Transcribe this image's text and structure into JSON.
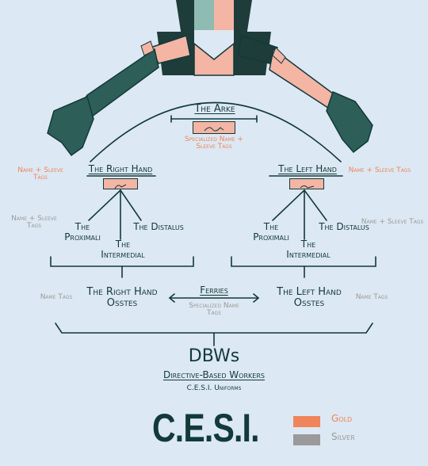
{
  "colors": {
    "gold": "#f0845c",
    "silver": "#9a9a9a",
    "ink": "#123a3a",
    "background": "#dce8f3",
    "plate": "#f4b5a5"
  },
  "arke": {
    "title": "The Arke",
    "tag_note": "Specialized Name + Sleeve Tags"
  },
  "right_hand": {
    "title": "The Right Hand",
    "tag_note": "Name + Sleeve Tags"
  },
  "left_hand": {
    "title": "The Left Hand",
    "tag_note": "Name + Sleeve Tags"
  },
  "fingers_left": {
    "tag_note": "Name + Sleeve Tags",
    "proximali": "The Proximali",
    "intermedial": "The Intermedial",
    "distalus": "The Distalus"
  },
  "fingers_right": {
    "tag_note": "Name + Sleeve Tags",
    "proximali": "The Proximali",
    "intermedial": "The Intermedial",
    "distalus": "The Distalus"
  },
  "osstes_right": {
    "title": "The Right Hand Osstes",
    "tag_note": "Name Tags"
  },
  "osstes_left": {
    "title": "The Left Hand Osstes",
    "tag_note": "Name Tags"
  },
  "ferries": {
    "title": "Ferries",
    "note": "Specialized Name Tags"
  },
  "dbws": {
    "title": "DBWs",
    "subtitle": "Directive-Based Workers",
    "uniforms": "C.E.S.I. Uniforms"
  },
  "logo_text": "C.E.S.I.",
  "legend": [
    {
      "label": "Gold",
      "color": "#f0845c"
    },
    {
      "label": "Silver",
      "color": "#9a9a9a"
    }
  ]
}
